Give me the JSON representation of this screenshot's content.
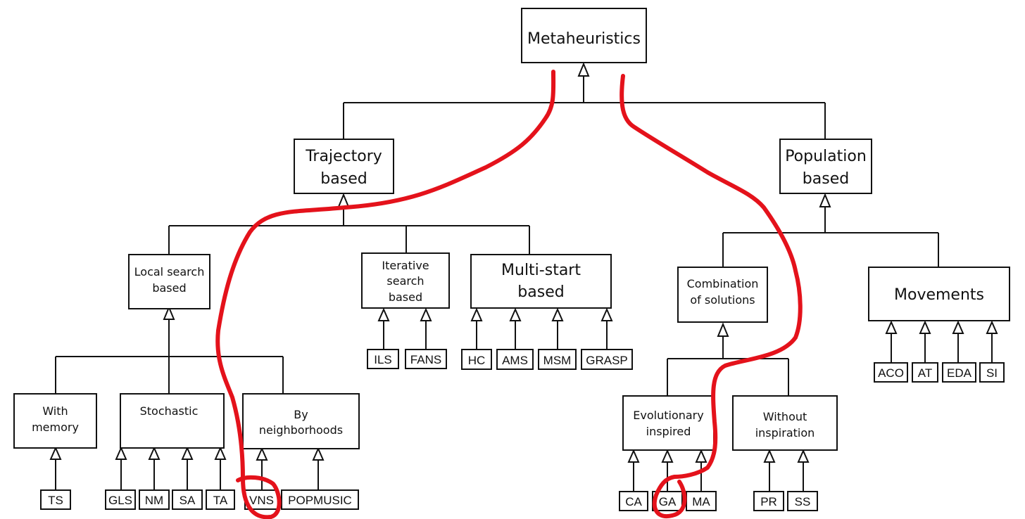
{
  "diagram": {
    "colors": {
      "line": "#111111",
      "box_fill": "#ffffff",
      "annotation": "#e4121b"
    },
    "nodes": {
      "root": {
        "label": "Metaheuristics"
      },
      "trajectory": {
        "lines": [
          "Trajectory",
          "based"
        ]
      },
      "population": {
        "lines": [
          "Population",
          "based"
        ]
      },
      "local_search": {
        "lines": [
          "Local search",
          "based"
        ]
      },
      "iterative": {
        "lines": [
          "Iterative",
          "search",
          "based"
        ]
      },
      "multistart": {
        "lines": [
          "Multi-start",
          "based"
        ]
      },
      "combination": {
        "lines": [
          "Combination",
          "of solutions"
        ]
      },
      "movements": {
        "label": "Movements"
      },
      "with_memory": {
        "lines": [
          "With",
          "memory"
        ]
      },
      "stochastic": {
        "label": "Stochastic"
      },
      "neighborhoods": {
        "lines": [
          "By",
          "neighborhoods"
        ]
      },
      "evolutionary": {
        "lines": [
          "Evolutionary",
          "inspired"
        ]
      },
      "without_inspiration": {
        "lines": [
          "Without",
          "inspiration"
        ]
      }
    },
    "leaves": {
      "ts": "TS",
      "gls": "GLS",
      "nm": "NM",
      "sa": "SA",
      "ta": "TA",
      "vns": "VNS",
      "popmusic": "POPMUSIC",
      "ils": "ILS",
      "fans": "FANS",
      "hc": "HC",
      "ams": "AMS",
      "msm": "MSM",
      "grasp": "GRASP",
      "ca": "CA",
      "ga": "GA",
      "ma": "MA",
      "pr": "PR",
      "ss": "SS",
      "aco": "ACO",
      "at": "AT",
      "eda": "EDA",
      "si": "SI"
    }
  }
}
